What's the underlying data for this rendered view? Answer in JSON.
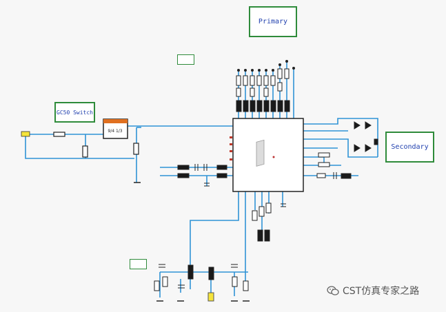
{
  "labels": {
    "primary": "Primary",
    "secondary": "Secondary",
    "switch": "GC50 Switch",
    "input_tag": "",
    "output_tag": ""
  },
  "component": {
    "switch_chip_text": "9/4 1/3"
  },
  "watermark": {
    "text": "CST仿真专家之路",
    "icon": "wechat-icon"
  },
  "colors": {
    "wire": "#2f93d6",
    "component": "#222222",
    "label_border": "#2e8b3a",
    "label_text": "#1f3fae",
    "background": "#f7f7f7"
  }
}
